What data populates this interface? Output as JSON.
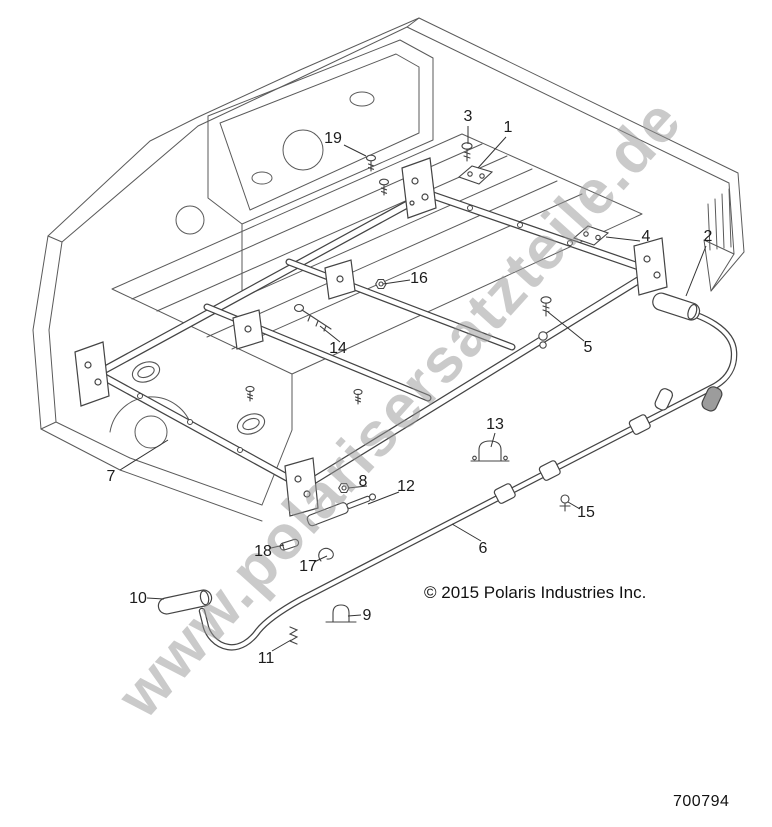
{
  "page": {
    "watermark": "www.polarisersatzteile.de",
    "copyright": "© 2015 Polaris Industries Inc.",
    "part_number": "700794"
  },
  "colors": {
    "line": "#4a4a4a",
    "watermark_gray": "#969696"
  },
  "callouts": [
    "1",
    "2",
    "3",
    "4",
    "5",
    "6",
    "7",
    "8",
    "9",
    "10",
    "11",
    "12",
    "13",
    "14",
    "15",
    "16",
    "17",
    "18",
    "19"
  ]
}
